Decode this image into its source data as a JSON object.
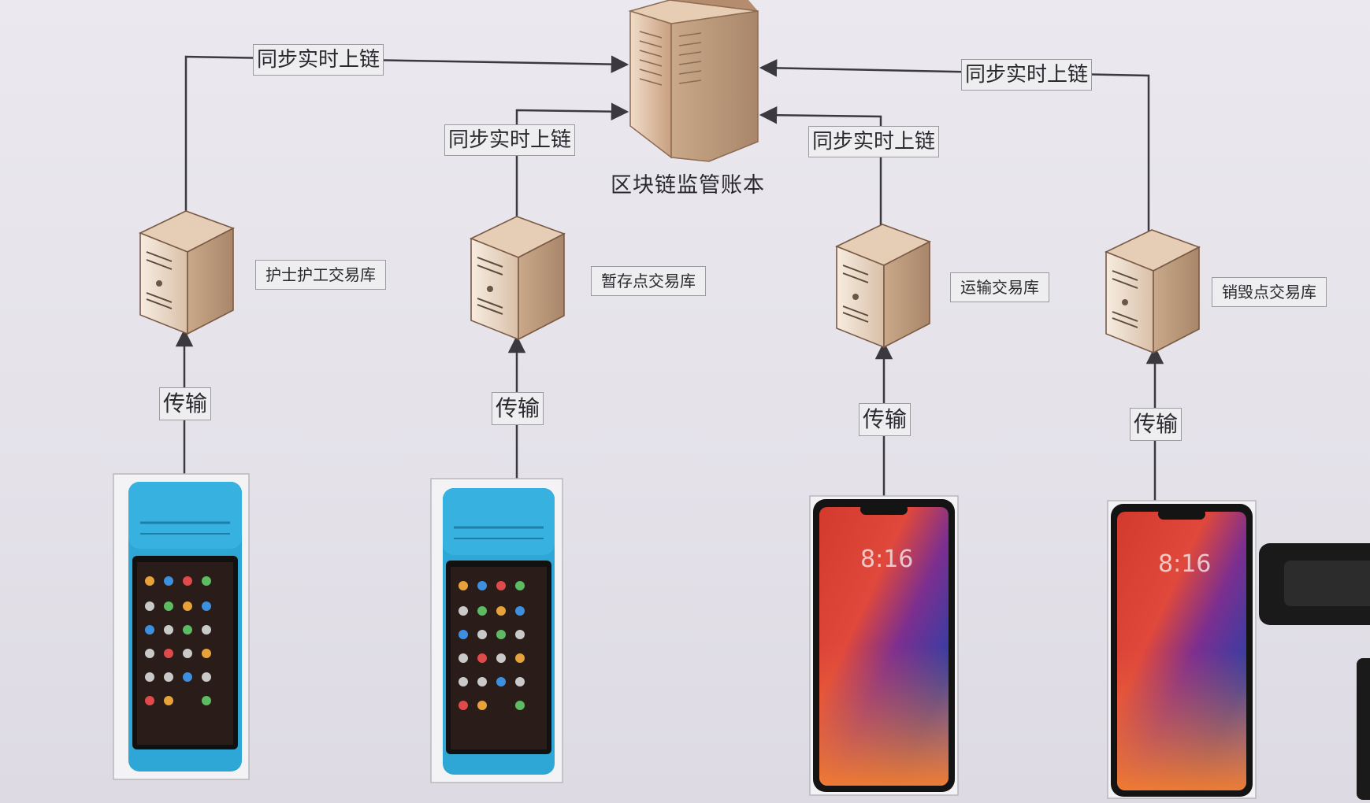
{
  "center_node": {
    "label": "区块链监管账本"
  },
  "edges": {
    "sync_label": "同步实时上链",
    "transmit_label": "传输"
  },
  "nodes": [
    {
      "db_label": "护士护工交易库",
      "device": "pos-terminal"
    },
    {
      "db_label": "暂存点交易库",
      "device": "pos-terminal"
    },
    {
      "db_label": "运输交易库",
      "device": "smartphone"
    },
    {
      "db_label": "销毁点交易库",
      "device": "smartphone"
    }
  ],
  "phone_clock": "8:16",
  "colors": {
    "pos_body": "#2ea6d6",
    "server_body": "#e9d7c4",
    "line": "#3a3a3e"
  }
}
